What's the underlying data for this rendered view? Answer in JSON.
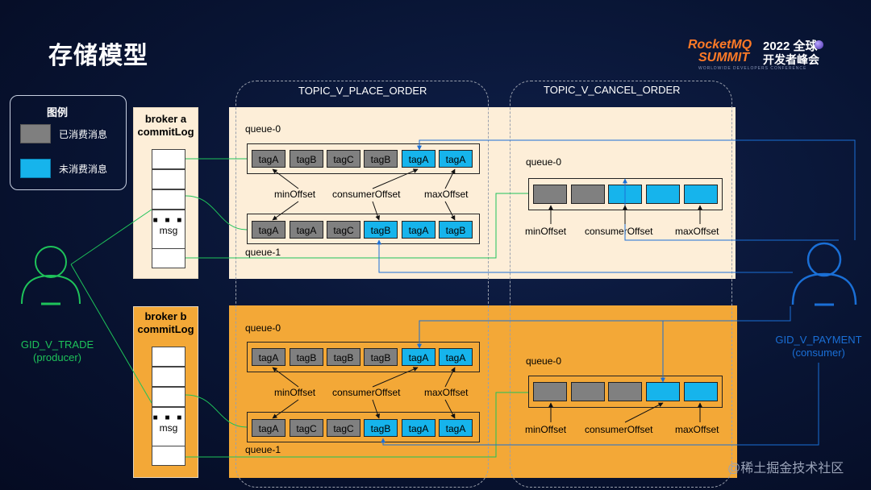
{
  "title": "存储模型",
  "logo": {
    "brand": "RocketMQ",
    "year_text": "2022 全球",
    "summit": "SUMMIT",
    "sub": "开发者峰会",
    "tagline": "WORLDWIDE DEVELOPERS CONFERENCE"
  },
  "legend": {
    "title": "图例",
    "consumed": "已消费消息",
    "unconsumed": "未消费消息"
  },
  "brokers": {
    "a": {
      "name": "broker a",
      "log": "commitLog",
      "msg": "msg"
    },
    "b": {
      "name": "broker b",
      "log": "commitLog",
      "msg": "msg"
    }
  },
  "topics": {
    "place": "TOPIC_V_PLACE_ORDER",
    "cancel": "TOPIC_V_CANCEL_ORDER"
  },
  "queues": {
    "q0": "queue-0",
    "q1": "queue-1"
  },
  "pointers": {
    "min": "minOffset",
    "consumer": "consumerOffset",
    "max": "maxOffset"
  },
  "place_a_q0": [
    "tagA",
    "tagB",
    "tagC",
    "tagB",
    "tagA",
    "tagA"
  ],
  "place_a_q1": [
    "tagA",
    "tagA",
    "tagC",
    "tagB",
    "tagA",
    "tagB"
  ],
  "place_b_q0": [
    "tagA",
    "tagB",
    "tagB",
    "tagB",
    "tagA",
    "tagA"
  ],
  "place_b_q1": [
    "tagA",
    "tagC",
    "tagC",
    "tagB",
    "tagA",
    "tagA"
  ],
  "producer": {
    "group": "GID_V_TRADE",
    "role": "(producer)"
  },
  "consumer": {
    "group": "GID_V_PAYMENT",
    "role": "(consumer)"
  },
  "watermark": "@稀土掘金技术社区",
  "colors": {
    "consumed": "#808080",
    "unconsumed": "#16b4ec",
    "producer": "#1ec35a",
    "consumer": "#1a6fd6",
    "broker_a_bg": "#fdeed8",
    "broker_b_bg": "#f3a837"
  }
}
